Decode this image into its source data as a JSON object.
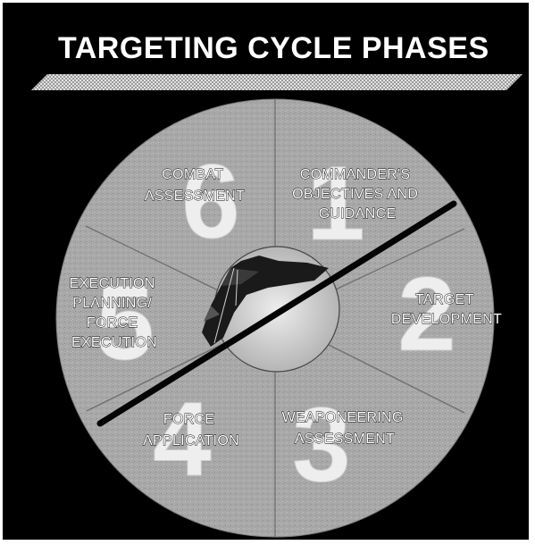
{
  "title": "TARGETING CYCLE PHASES",
  "colors": {
    "background": "#000000",
    "wheel": "#a8a8a8",
    "numerals": "#f4f4f4",
    "label_text": "#ffffff",
    "banner": "#c8c8c8"
  },
  "phases": [
    {
      "number": "1",
      "lines": [
        "COMMANDER'S",
        "OBJECTIVES  AND",
        "GUIDANCE"
      ]
    },
    {
      "number": "2",
      "lines": [
        "TARGET",
        "DEVELOPMENT"
      ]
    },
    {
      "number": "3",
      "lines": [
        "WEAPONEERING",
        "ASSESSMENT"
      ]
    },
    {
      "number": "4",
      "lines": [
        "FORCE",
        "APPLICATION"
      ]
    },
    {
      "number": "5",
      "lines": [
        "EXECUTION",
        "PLANNING/",
        "FORCE",
        "EXECUTION"
      ]
    },
    {
      "number": "6",
      "lines": [
        "COMBAT",
        "ASSESSMENT"
      ]
    }
  ],
  "center_image": "aircraft-icon"
}
